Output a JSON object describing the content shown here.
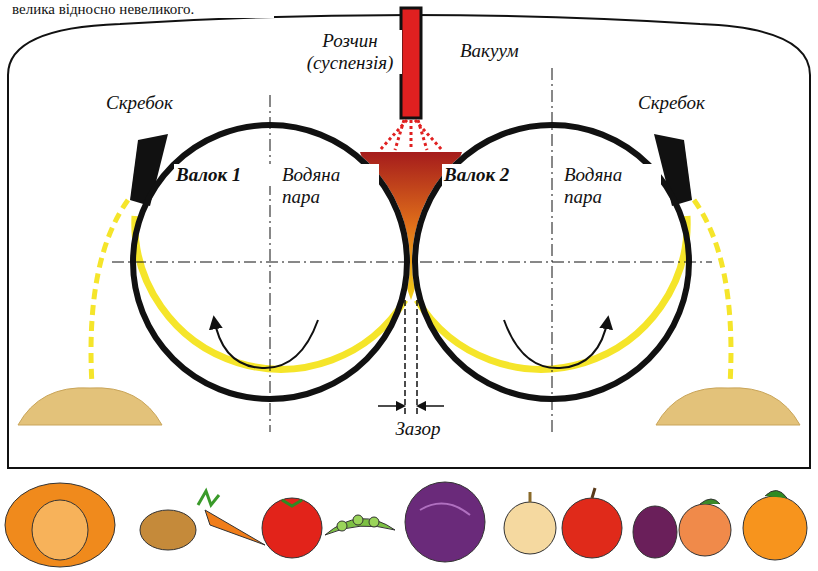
{
  "diagram": {
    "nodes": [
      {
        "text": [
          "Валок 1",
          "Водяна пара"
        ]
      },
      {
        "text": [
          "Валок 2",
          "Водяна пара"
        ]
      }
    ],
    "labels": [
      "велика відносно невеликого.",
      "Розчин (суспензія)",
      "Вакуум",
      "Скребок",
      "Скребок",
      "Зазор"
    ]
  }
}
